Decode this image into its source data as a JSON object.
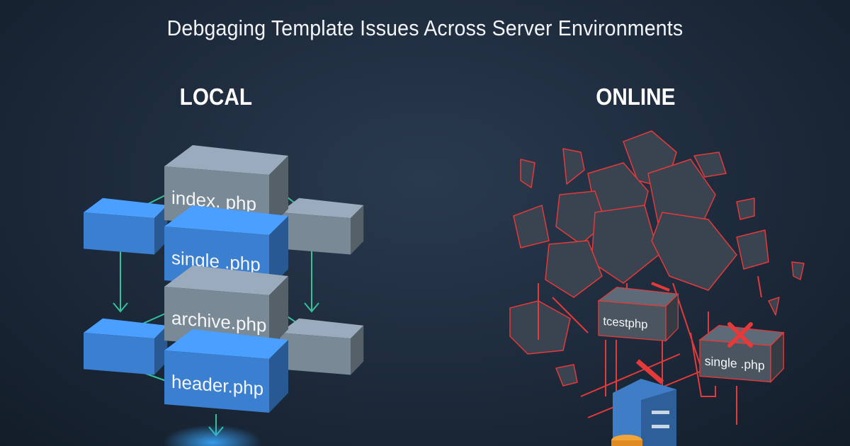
{
  "header": {
    "subtitle": "Debgaging Template Issues Across Server Environments"
  },
  "local": {
    "heading": "LOCAL",
    "cubes": [
      {
        "label": "",
        "color": "#3b7fd0"
      },
      {
        "label": "",
        "color": "#7a8996"
      },
      {
        "label": "index. php",
        "color": "#7a8996"
      },
      {
        "label": "single .php",
        "color": "#3b7fd0"
      },
      {
        "label": "",
        "color": "#3b7fd0"
      },
      {
        "label": "",
        "color": "#7a8996"
      },
      {
        "label": "archive.php",
        "color": "#7a8996"
      },
      {
        "label": "header.php",
        "color": "#3b7fd0"
      }
    ]
  },
  "online": {
    "heading": "ONLINE",
    "cubes": [
      {
        "label": "tcestphp",
        "color": "#4a5560"
      },
      {
        "label": "single .php",
        "color": "#4a5560"
      }
    ]
  },
  "colors": {
    "accent_red": "#e5393a",
    "accent_green": "#35c29a",
    "accent_blue": "#3b7fd0"
  }
}
